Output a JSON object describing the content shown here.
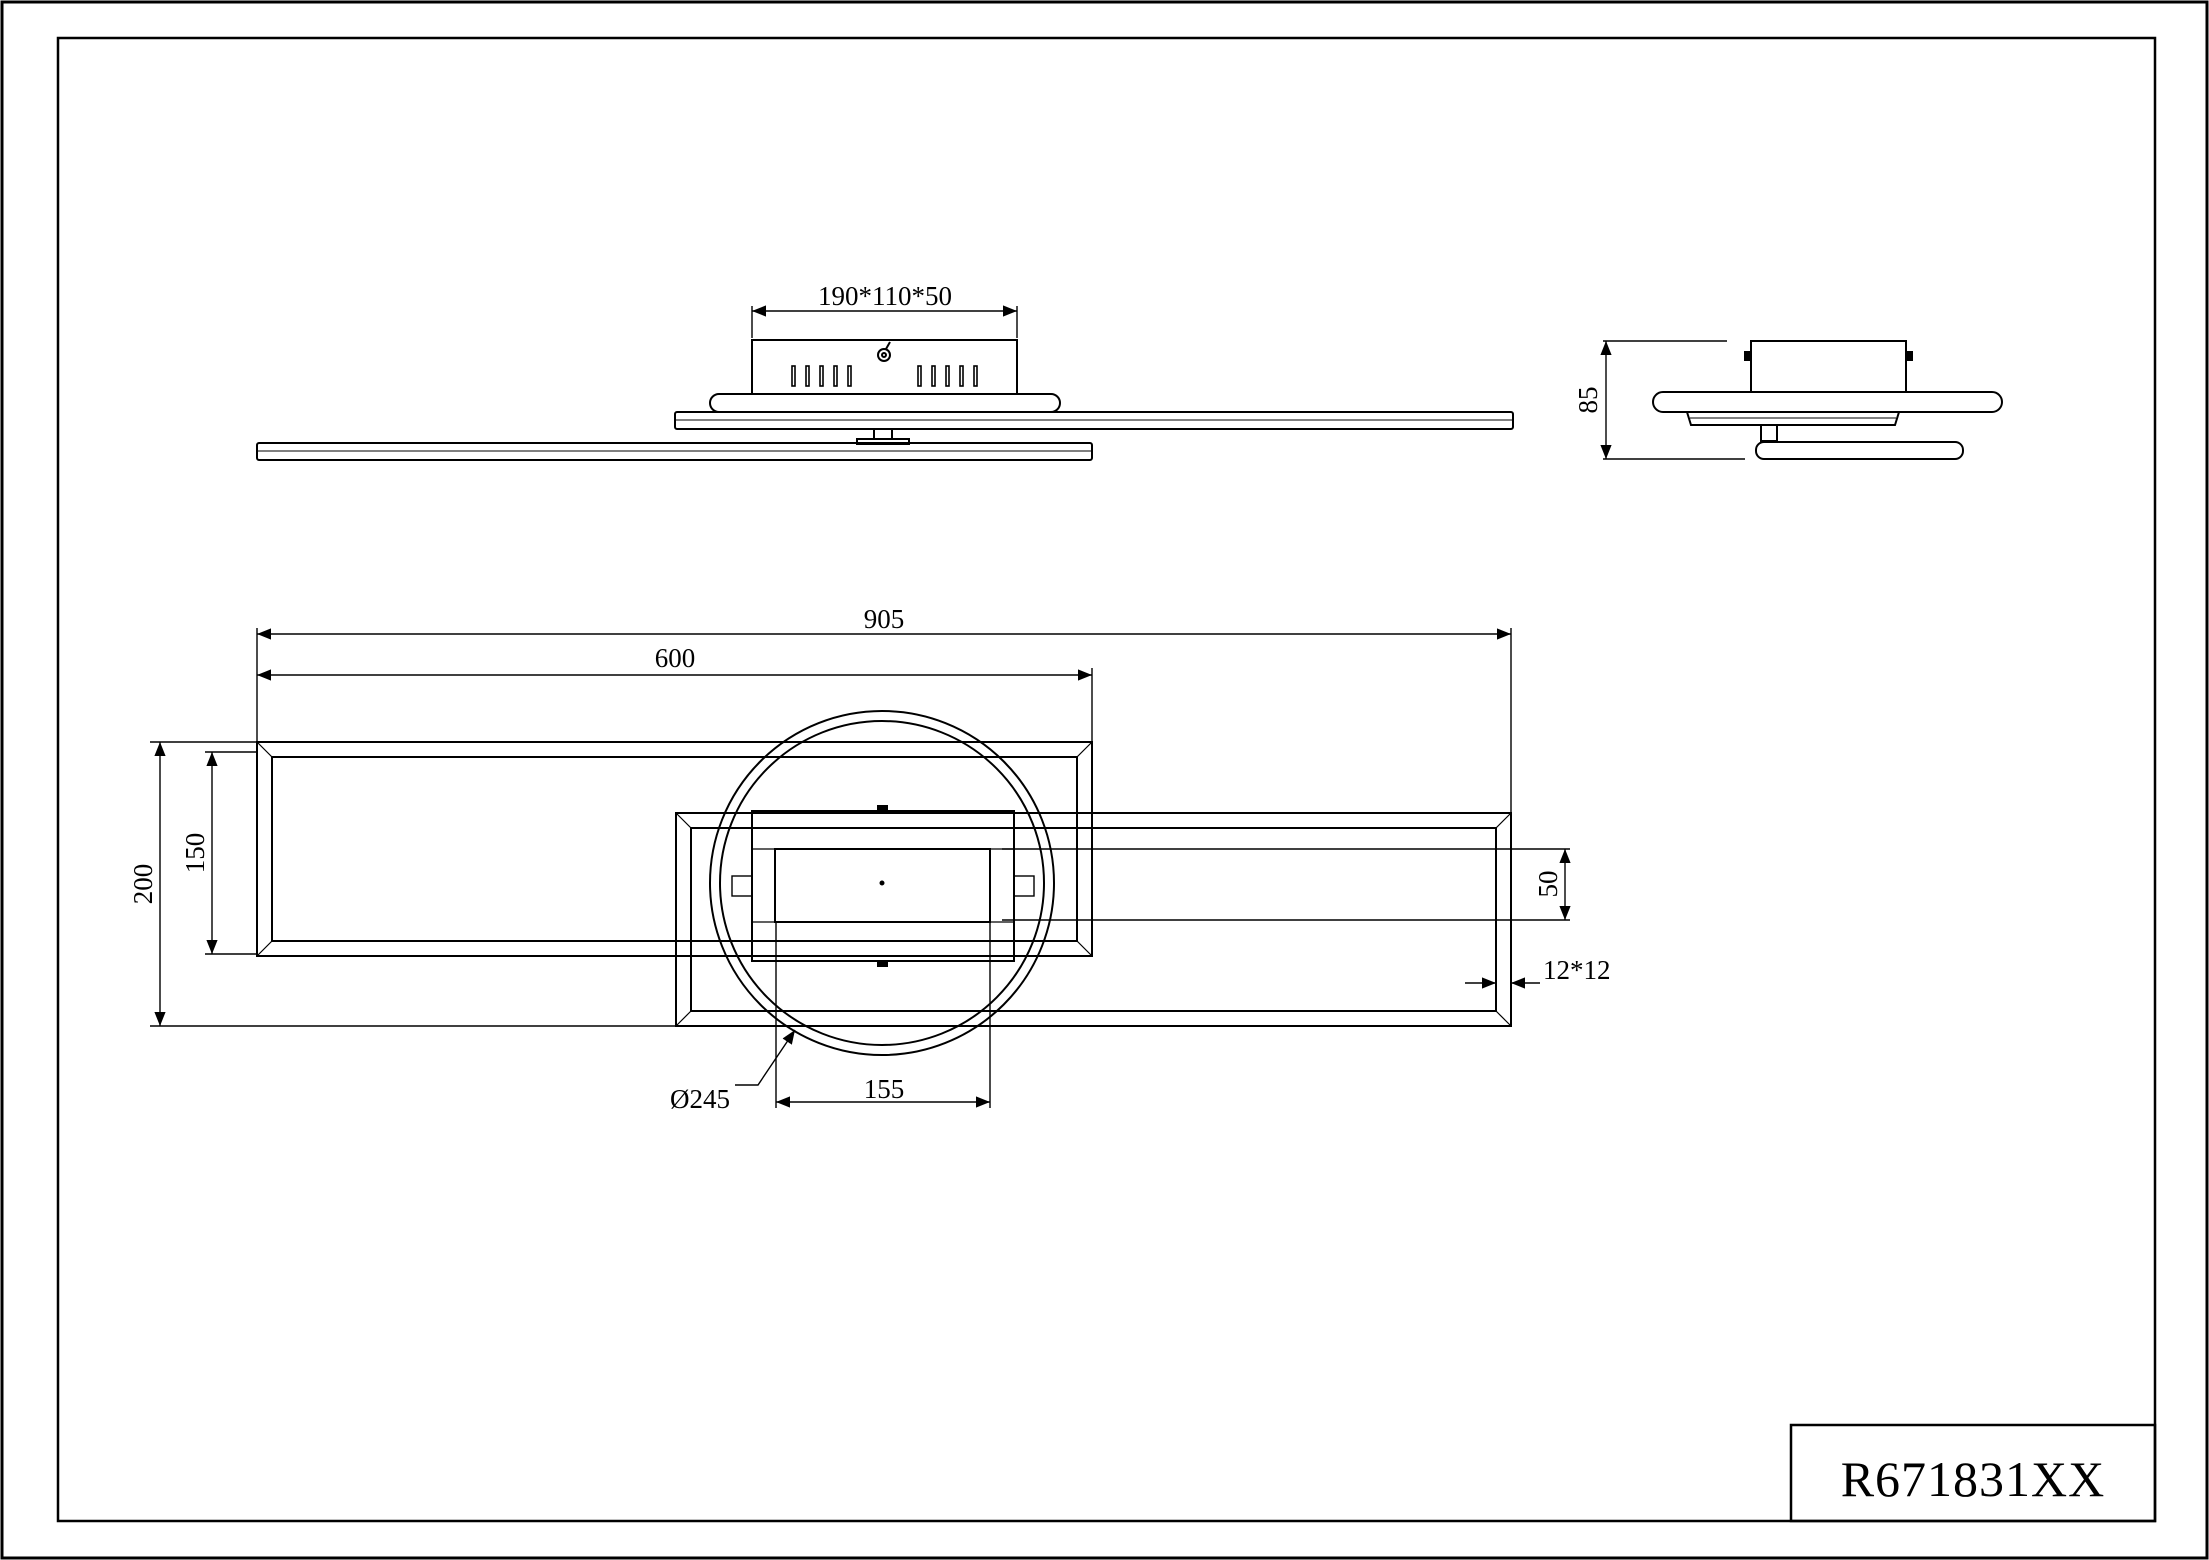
{
  "drawing": {
    "product_code": "R671831XX",
    "dimensions": {
      "base_box": "190*110*50",
      "height": "85",
      "overall_length": "905",
      "frame_length": "600",
      "overall_width": "200",
      "frame_width": "150",
      "light_panel_width": "50",
      "profile_section": "12*12",
      "disc_diameter": "Ø245",
      "light_panel_length": "155"
    }
  }
}
